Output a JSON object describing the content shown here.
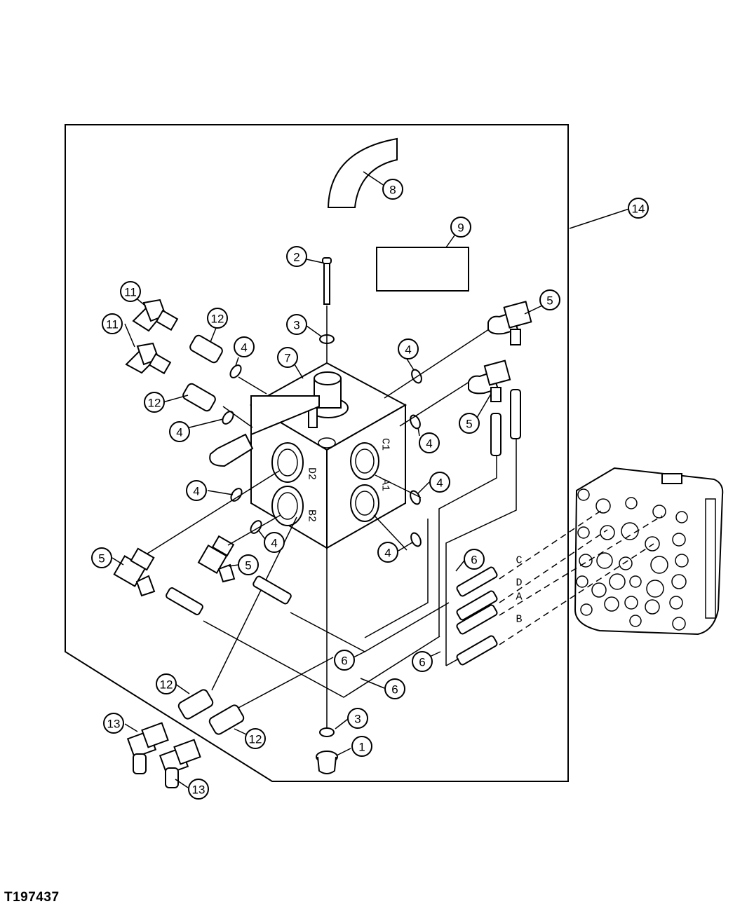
{
  "figure_id": "T197437",
  "callouts": {
    "c1": "1",
    "c2": "2",
    "c3a": "3",
    "c3b": "3",
    "c4a": "4",
    "c4b": "4",
    "c4c": "4",
    "c4d": "4",
    "c4e": "4",
    "c4f": "4",
    "c4g": "4",
    "c4h": "4",
    "c5a": "5",
    "c5b": "5",
    "c5c": "5",
    "c5d": "5",
    "c6a": "6",
    "c6b": "6",
    "c6c": "6",
    "c6d": "6",
    "c7": "7",
    "c8": "8",
    "c9": "9",
    "c11a": "11",
    "c11b": "11",
    "c12a": "12",
    "c12b": "12",
    "c12c": "12",
    "c12d": "12",
    "c13a": "13",
    "c13b": "13",
    "c14": "14"
  },
  "port_labels": {
    "c": "C",
    "d": "D",
    "a": "A",
    "b": "B"
  }
}
